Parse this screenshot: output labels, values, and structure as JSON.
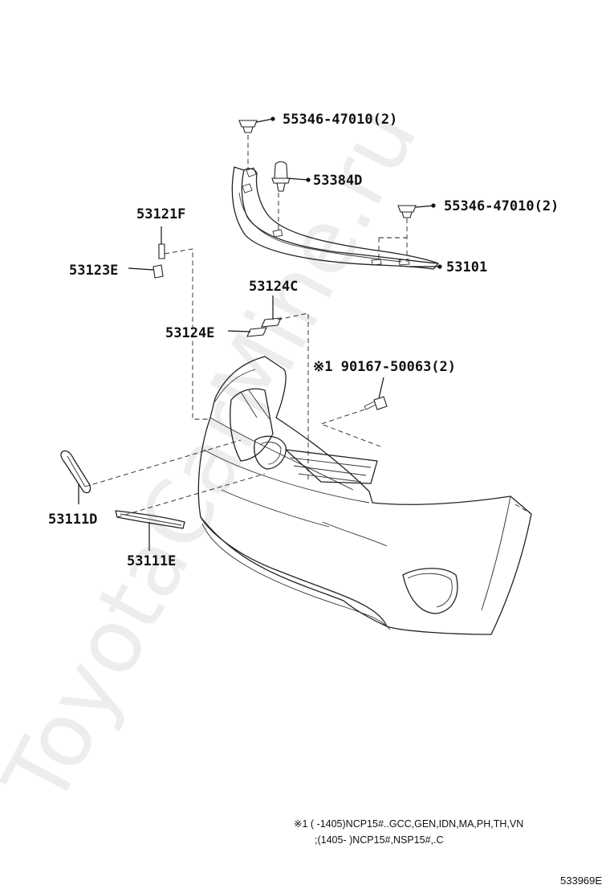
{
  "watermark": "ToyotaCarMine.ru",
  "labels": {
    "clip_top": "55346-47010(2)",
    "retainer": "53384D",
    "clip_right": "55346-47010(2)",
    "upper_grille": "53101",
    "bracket_f": "53121F",
    "bracket_e": "53123E",
    "pad_c": "53124C",
    "pad_e": "53124E",
    "screw": "※1 90167-50063(2)",
    "moulding_d": "53111D",
    "moulding_e": "53111E"
  },
  "footnote": {
    "line1": "※1 (        -1405)NCP15#..GCC,GEN,IDN,MA,PH,TH,VN",
    "line2": ";(1405-        )NCP15#,NSP15#,.C"
  },
  "diagram_code": "533969E"
}
